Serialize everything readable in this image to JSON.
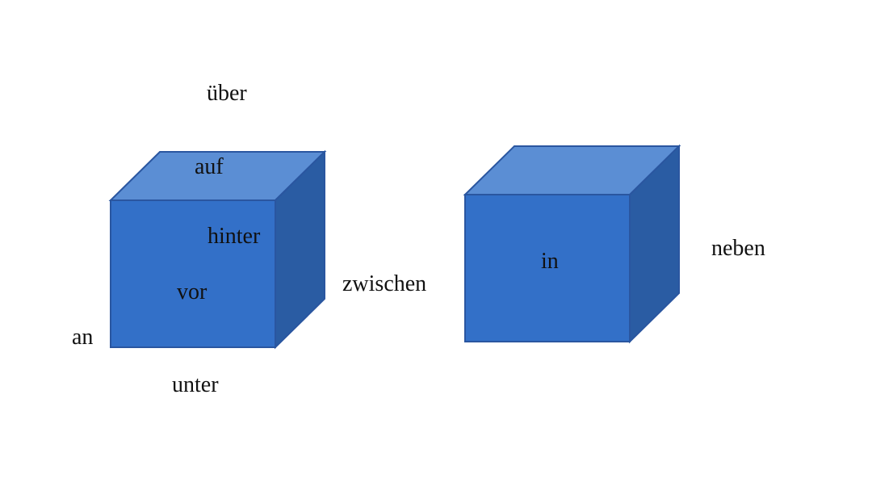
{
  "prepositions": {
    "ueber": "über",
    "auf": "auf",
    "hinter": "hinter",
    "vor": "vor",
    "an": "an",
    "unter": "unter",
    "zwischen": "zwischen",
    "in": "in",
    "neben": "neben"
  },
  "colors": {
    "front": "#3370c8",
    "top": "#5b8ed4",
    "side": "#2a5ca3",
    "stroke": "#2a56a0",
    "text": "#111111"
  }
}
